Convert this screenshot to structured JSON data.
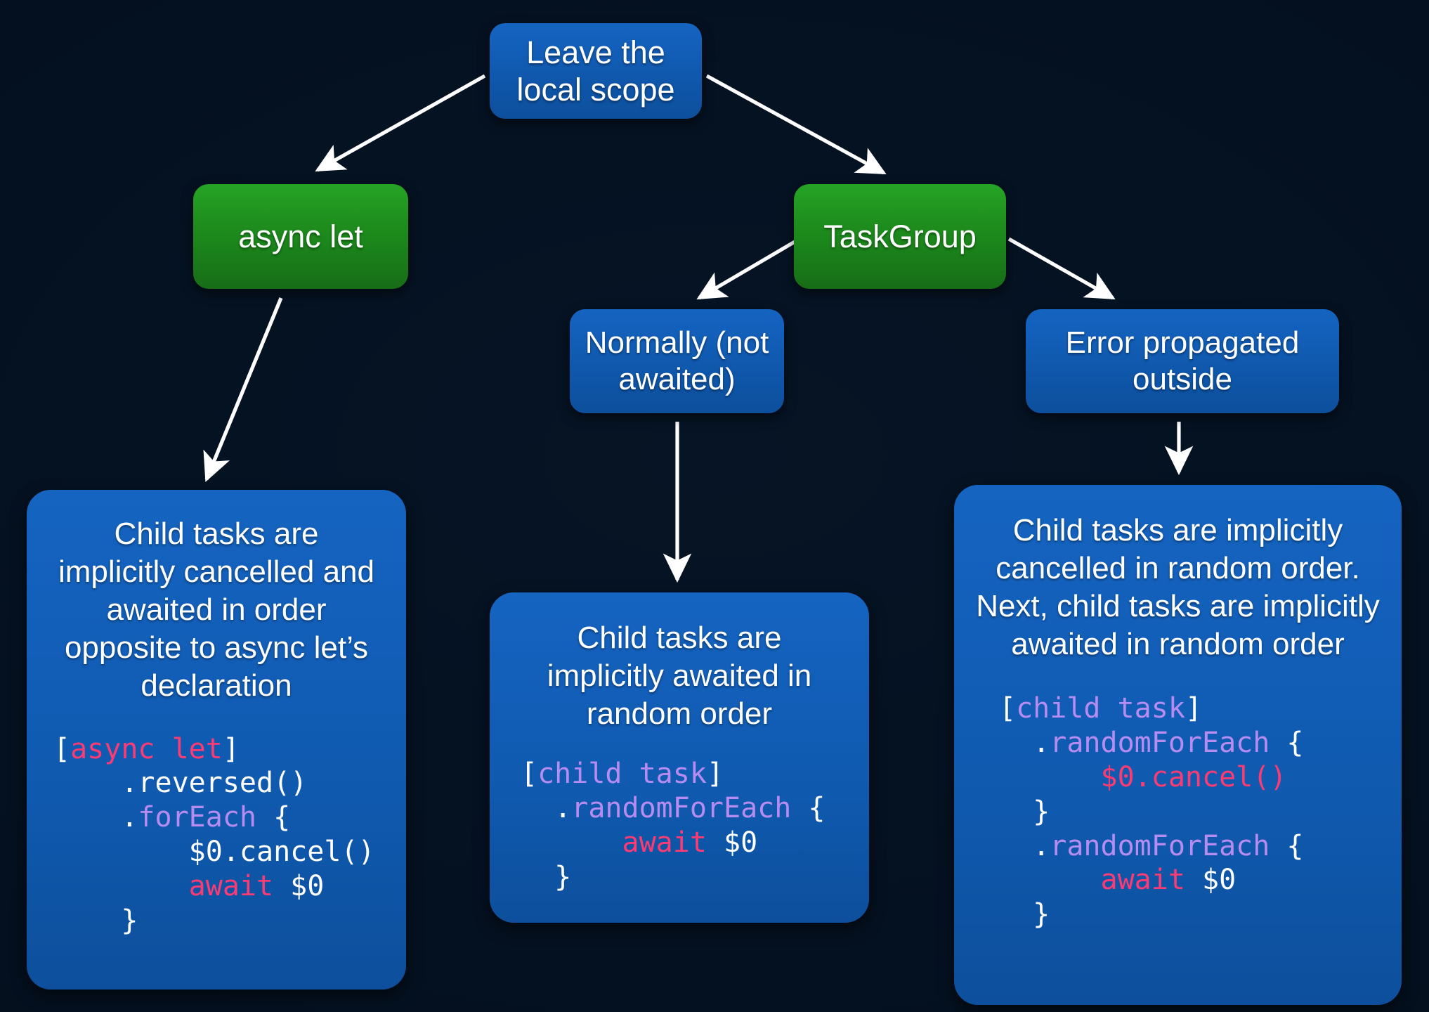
{
  "background_color": "#04101f",
  "colors": {
    "node_blue": "#1160bb",
    "node_green": "#1d8f1d",
    "arrow": "#ffffff",
    "code_plain": "#ffffff",
    "code_keyword_pink": "#fb3b73",
    "code_identifier_lavender": "#b68cf0"
  },
  "nodes": {
    "root": {
      "label": "Leave the\nlocal scope",
      "color": "blue"
    },
    "async_let": {
      "label": "async let",
      "color": "green"
    },
    "task_group": {
      "label": "TaskGroup",
      "color": "green"
    },
    "normally": {
      "label": "Normally (not\nawaited)",
      "color": "blue"
    },
    "error": {
      "label": "Error propagated\noutside",
      "color": "blue"
    }
  },
  "cards": {
    "left": {
      "description": "Child tasks are\nimplicitly cancelled and\nawaited in order\nopposite to async let’s\ndeclaration",
      "code_lines": [
        [
          {
            "t": "[",
            "c": "plain"
          },
          {
            "t": "async let",
            "c": "pink"
          },
          {
            "t": "]",
            "c": "plain"
          }
        ],
        [
          {
            "t": "    .reversed()",
            "c": "plain"
          }
        ],
        [
          {
            "t": "    .",
            "c": "plain"
          },
          {
            "t": "forEach",
            "c": "lavender"
          },
          {
            "t": " {",
            "c": "plain"
          }
        ],
        [
          {
            "t": "        $0.cancel()",
            "c": "plain"
          }
        ],
        [
          {
            "t": "        ",
            "c": "plain"
          },
          {
            "t": "await",
            "c": "pink"
          },
          {
            "t": " $0",
            "c": "plain"
          }
        ],
        [
          {
            "t": "    }",
            "c": "plain"
          }
        ]
      ]
    },
    "middle": {
      "description": "Child tasks are\nimplicitly awaited in\nrandom order",
      "code_lines": [
        [
          {
            "t": "[",
            "c": "plain"
          },
          {
            "t": "child task",
            "c": "lavender"
          },
          {
            "t": "]",
            "c": "plain"
          }
        ],
        [
          {
            "t": "  .",
            "c": "plain"
          },
          {
            "t": "randomForEach",
            "c": "lavender"
          },
          {
            "t": " {",
            "c": "plain"
          }
        ],
        [
          {
            "t": "      ",
            "c": "plain"
          },
          {
            "t": "await",
            "c": "pink"
          },
          {
            "t": " $0",
            "c": "plain"
          }
        ],
        [
          {
            "t": "  }",
            "c": "plain"
          }
        ]
      ]
    },
    "right": {
      "description": "Child tasks are implicitly\ncancelled in random order.\nNext, child tasks are implicitly\nawaited in random order",
      "code_lines": [
        [
          {
            "t": "[",
            "c": "plain"
          },
          {
            "t": "child task",
            "c": "lavender"
          },
          {
            "t": "]",
            "c": "plain"
          }
        ],
        [
          {
            "t": "  .",
            "c": "plain"
          },
          {
            "t": "randomForEach",
            "c": "lavender"
          },
          {
            "t": " {",
            "c": "plain"
          }
        ],
        [
          {
            "t": "      ",
            "c": "plain"
          },
          {
            "t": "$0.cancel()",
            "c": "pink"
          }
        ],
        [
          {
            "t": "  }",
            "c": "plain"
          }
        ],
        [
          {
            "t": "  .",
            "c": "plain"
          },
          {
            "t": "randomForEach",
            "c": "lavender"
          },
          {
            "t": " {",
            "c": "plain"
          }
        ],
        [
          {
            "t": "      ",
            "c": "plain"
          },
          {
            "t": "await",
            "c": "pink"
          },
          {
            "t": " $0",
            "c": "plain"
          }
        ],
        [
          {
            "t": "  }",
            "c": "plain"
          }
        ]
      ]
    }
  },
  "edges": [
    {
      "from": "root",
      "to": "async_let"
    },
    {
      "from": "root",
      "to": "task_group"
    },
    {
      "from": "task_group",
      "to": "normally"
    },
    {
      "from": "task_group",
      "to": "error"
    },
    {
      "from": "async_let",
      "to": "card_left"
    },
    {
      "from": "normally",
      "to": "card_middle"
    },
    {
      "from": "error",
      "to": "card_right"
    }
  ]
}
